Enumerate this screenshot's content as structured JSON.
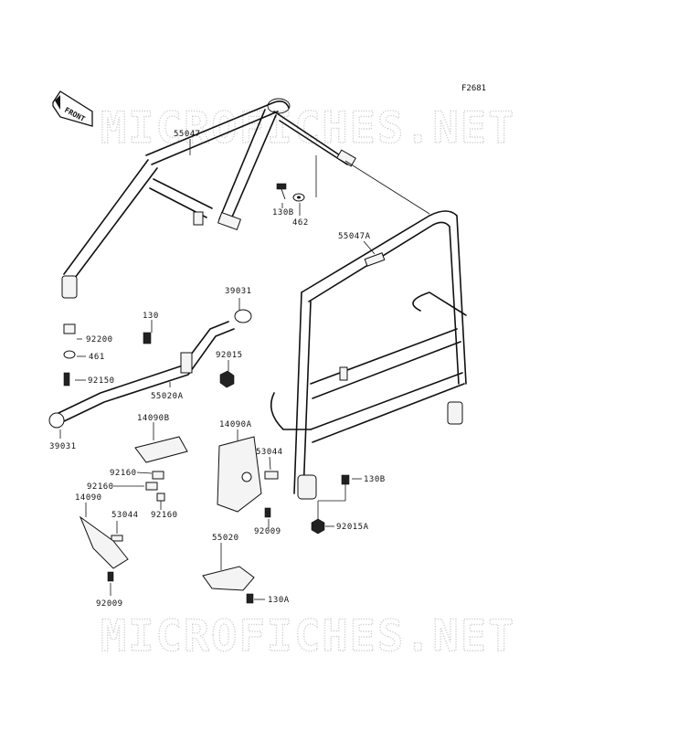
{
  "figure_id": "F2681",
  "front_indicator": "FRONT",
  "watermarks": [
    "MICROFICHES.NET",
    "MICROFICHES.NET"
  ],
  "part_labels": [
    {
      "id": "l55047",
      "text": "55047"
    },
    {
      "id": "l130b_top",
      "text": "130B"
    },
    {
      "id": "l462",
      "text": "462"
    },
    {
      "id": "l55047a",
      "text": "55047A"
    },
    {
      "id": "l39031_top",
      "text": "39031"
    },
    {
      "id": "l130",
      "text": "130"
    },
    {
      "id": "l92200",
      "text": "92200"
    },
    {
      "id": "l461",
      "text": "461"
    },
    {
      "id": "l92015",
      "text": "92015"
    },
    {
      "id": "l92150",
      "text": "92150"
    },
    {
      "id": "l55020a",
      "text": "55020A"
    },
    {
      "id": "l39031_bot",
      "text": "39031"
    },
    {
      "id": "l14090b",
      "text": "14090B"
    },
    {
      "id": "l14090a",
      "text": "14090A"
    },
    {
      "id": "l53044_mid",
      "text": "53044"
    },
    {
      "id": "l92160_a",
      "text": "92160"
    },
    {
      "id": "l92160_b",
      "text": "92160"
    },
    {
      "id": "l92160_c",
      "text": "92160"
    },
    {
      "id": "l130b_right",
      "text": "130B"
    },
    {
      "id": "l14090",
      "text": "14090"
    },
    {
      "id": "l53044_left",
      "text": "53044"
    },
    {
      "id": "l92009_mid",
      "text": "92009"
    },
    {
      "id": "l92015a",
      "text": "92015A"
    },
    {
      "id": "l55020",
      "text": "55020"
    },
    {
      "id": "l130a",
      "text": "130A"
    },
    {
      "id": "l92009_bot",
      "text": "92009"
    }
  ]
}
